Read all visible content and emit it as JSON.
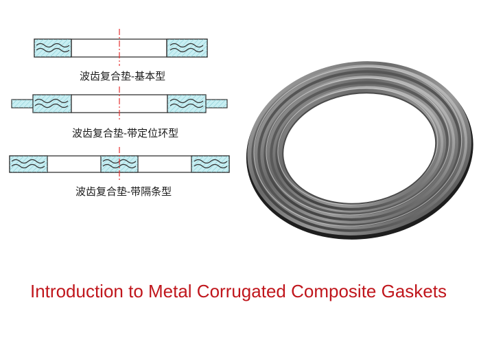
{
  "diagram": {
    "captions": [
      "波齿复合垫-基本型",
      "波齿复合垫-带定位环型",
      "波齿复合垫-带隔条型"
    ]
  },
  "colors": {
    "filler": "#c8eef2",
    "outline": "#333333",
    "centerline": "#e53030",
    "title": "#c0161c"
  },
  "slide": {
    "title": "Introduction to Metal Corrugated Composite Gaskets"
  }
}
